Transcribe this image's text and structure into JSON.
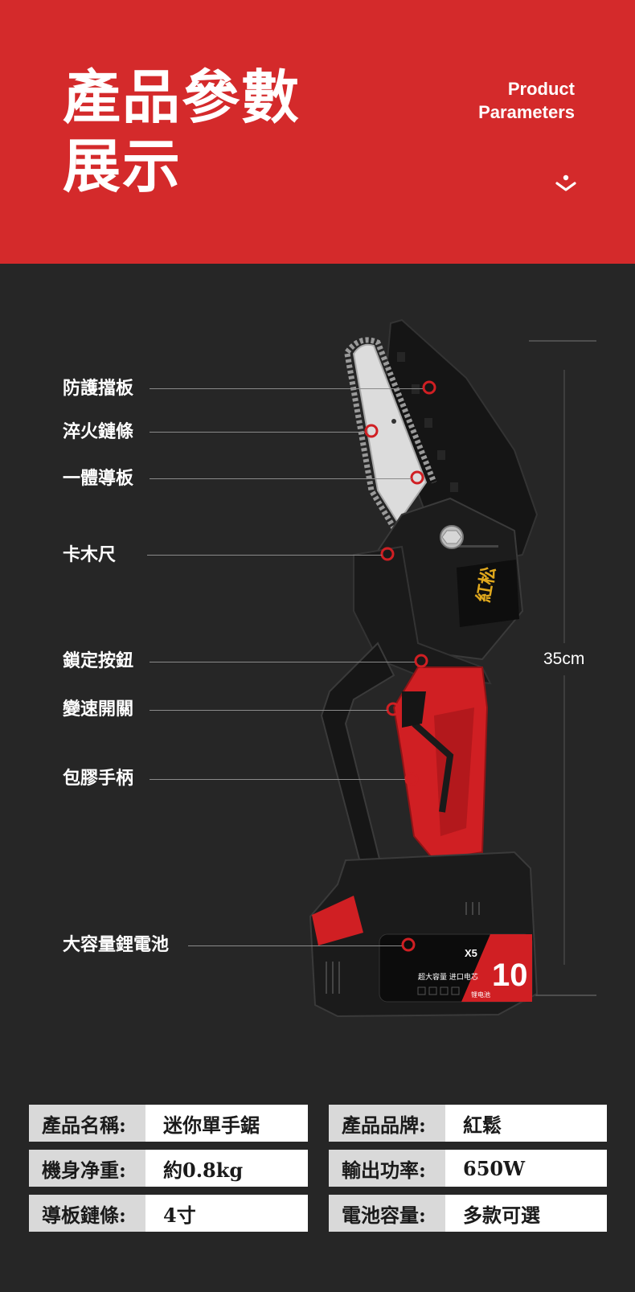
{
  "header": {
    "title_line1": "產品參數",
    "title_line2": "展示",
    "subtitle_line1": "Product",
    "subtitle_line2": "Parameters",
    "icon": "chevron-down-icon"
  },
  "callouts": [
    {
      "label": "防護擋板"
    },
    {
      "label": "淬火鏈條"
    },
    {
      "label": "一體導板"
    },
    {
      "label": "卡木尺"
    },
    {
      "label": "鎖定按鈕"
    },
    {
      "label": "變速開關"
    },
    {
      "label": "包膠手柄"
    },
    {
      "label": "大容量鋰電池"
    }
  ],
  "product_image": {
    "brand_mark": "紅松",
    "battery_model": "X5",
    "battery_number": "10",
    "battery_text": "超大容量 进口电芯",
    "battery_sub": "锂电池",
    "colors": {
      "accent": "#d42a2b",
      "body": "#1c1c1c",
      "blade": "#d9d9d9"
    }
  },
  "dimension": {
    "height_label": "35cm"
  },
  "specs": [
    {
      "key": "產品名稱:",
      "value": "迷你單手鋸"
    },
    {
      "key": "產品品牌:",
      "value": "紅鬆"
    },
    {
      "key": "機身净重:",
      "value": "約0.8kg"
    },
    {
      "key": "輸出功率:",
      "value": "650W"
    },
    {
      "key": "導板鏈條:",
      "value": "4寸"
    },
    {
      "key": "電池容量:",
      "value": "多款可選"
    }
  ]
}
